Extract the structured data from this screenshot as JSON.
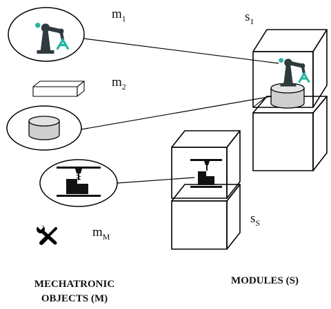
{
  "labels": {
    "m1": {
      "base": "m",
      "sub": "1"
    },
    "m2": {
      "base": "m",
      "sub": "2"
    },
    "mM": {
      "base": "m",
      "sub": "M"
    },
    "s1": {
      "base": "s",
      "sub": "1"
    },
    "sS": {
      "base": "s",
      "sub": "S"
    }
  },
  "captions": {
    "mechatronic_objects": [
      "MECHATRONIC",
      "OBJECTS (M)"
    ],
    "modules": "MODULES (S)"
  },
  "icons": {
    "robot_arm": "robot-arm-icon",
    "rotary_table": "rotary-table-icon",
    "block_part": "block-part-icon",
    "drill_press": "drill-press-icon",
    "tools": "wrench-screwdriver-icon"
  },
  "colors": {
    "robot_body": "#2f3a3d",
    "robot_accent": "#27b5a4",
    "grey_fill": "#d6d6d6",
    "line": "#000000"
  }
}
